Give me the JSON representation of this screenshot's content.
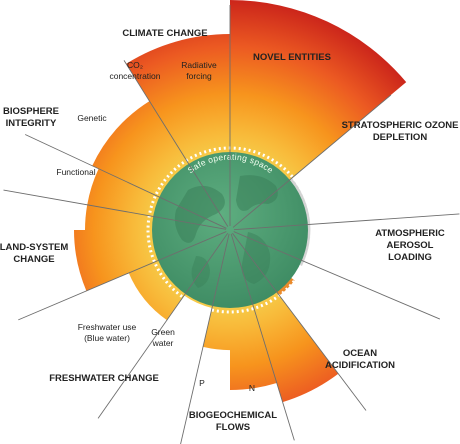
{
  "diagram": {
    "safe_space_label": "Safe operating space",
    "categories": {
      "climate_change": "CLIMATE CHANGE",
      "novel_entities": "NOVEL ENTITIES",
      "stratospheric_ozone": [
        "STRATOSPHERIC OZONE",
        "DEPLETION"
      ],
      "atmospheric_aerosol": [
        "ATMOSPHERIC",
        "AEROSOL",
        "LOADING"
      ],
      "ocean_acidification": [
        "OCEAN",
        "ACIDIFICATION"
      ],
      "biogeochemical_flows": [
        "BIOGEOCHEMICAL",
        "FLOWS"
      ],
      "freshwater_change": "FRESHWATER CHANGE",
      "land_system_change": [
        "LAND-SYSTEM",
        "CHANGE"
      ],
      "biosphere_integrity": [
        "BIOSPHERE",
        "INTEGRITY"
      ]
    },
    "sub_labels": {
      "co2": [
        "CO₂",
        "concentration"
      ],
      "radiative": [
        "Radiative",
        "forcing"
      ],
      "genetic": "Genetic",
      "functional": "Functional",
      "blue_water": [
        "Freshwater use",
        "(Blue water)"
      ],
      "green_water": [
        "Green",
        "water"
      ],
      "phosphorus": "P",
      "nitrogen": "N"
    },
    "colors": {
      "safe_zone": "#4a9e72",
      "safe_zone_dark": "#3b8a60",
      "boundary_low": "#f4c04a",
      "boundary_mid": "#f7941d",
      "boundary_high": "#e8411f",
      "boundary_max": "#c8201a",
      "ozone_grey": "#c9c9c9",
      "divider": "#6e6e6e"
    }
  }
}
